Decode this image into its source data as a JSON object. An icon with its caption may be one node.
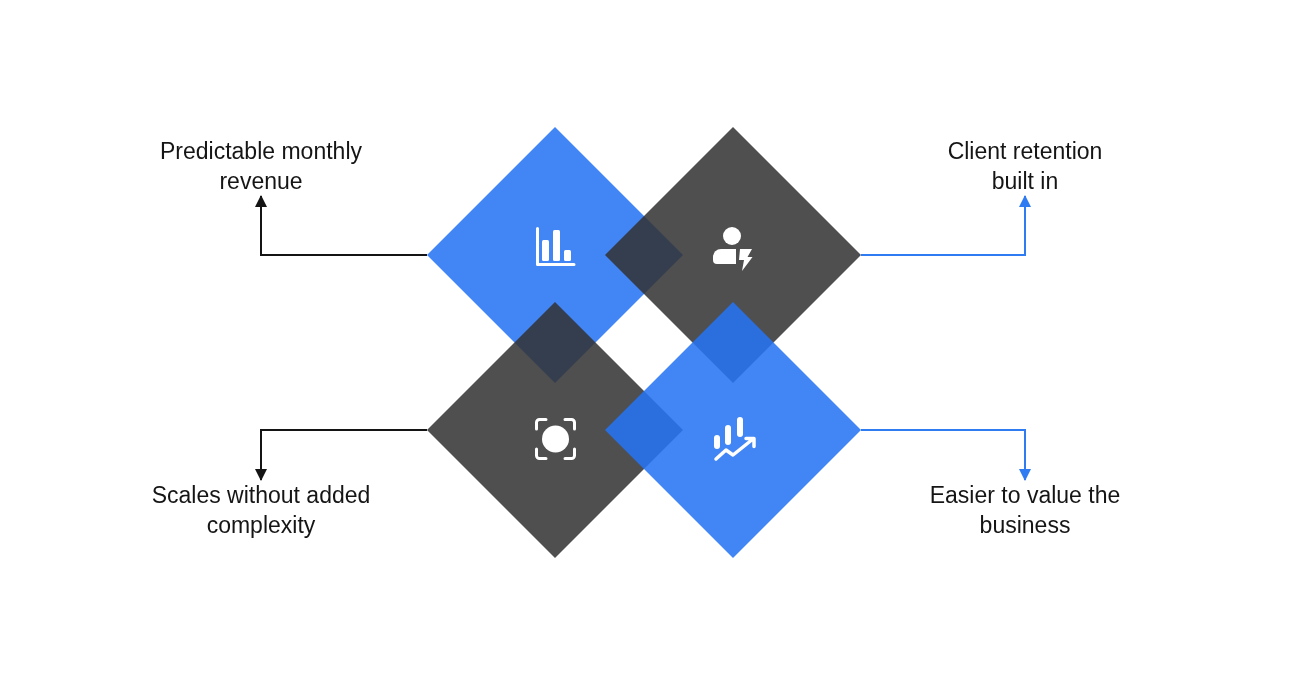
{
  "diagram": {
    "nodes": [
      {
        "text": [
          "Predictable monthly revenue"
        ]
      },
      {
        "text": [
          "Client retention built in"
        ]
      },
      {
        "text": [],
        "shape": "diamond"
      },
      {
        "text": [],
        "shape": "diamond"
      },
      {
        "text": [],
        "shape": "diamond"
      },
      {
        "text": [],
        "shape": "diamond"
      },
      {
        "text": [
          "Scales without added complexity"
        ]
      },
      {
        "text": [
          "Easier to value the business"
        ]
      }
    ],
    "edges": [
      {
        "from": 2,
        "to": 0,
        "arrow": "to"
      },
      {
        "from": 3,
        "to": 1,
        "arrow": "to",
        "color": "#2f7bf2"
      },
      {
        "from": 4,
        "to": 6,
        "arrow": "to"
      },
      {
        "from": 5,
        "to": 7,
        "arrow": "to",
        "color": "#2f7bf2"
      }
    ]
  }
}
